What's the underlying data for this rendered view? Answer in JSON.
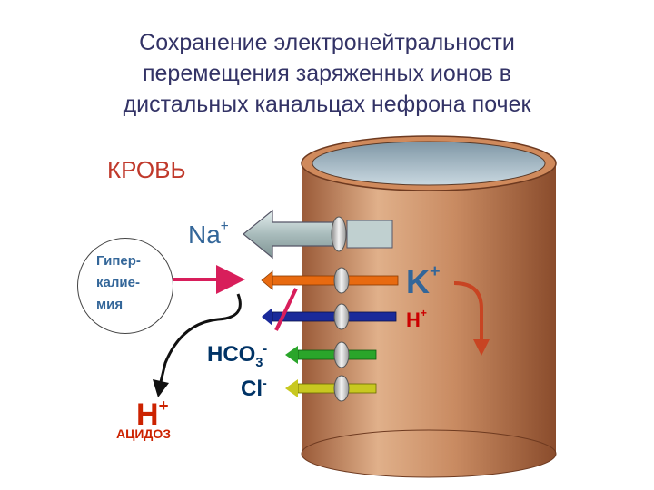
{
  "title": {
    "line1": "Сохранение электронейтральности",
    "line2": "перемещения заряженных ионов в",
    "line3": "дистальных канальцах  нефрона почек"
  },
  "labels": {
    "blood": "КРОВЬ",
    "na": "Na",
    "k": "K",
    "h_inside": "H",
    "hco3": "HCO",
    "hco3_sub": "3",
    "minus": "-",
    "cl": "Cl",
    "plus": "+",
    "h_out": "H",
    "acidosis": "АЦИДОЗ"
  },
  "hyperkalemia": {
    "line1": "Гипер-",
    "line2": "калие-",
    "line3": "мия"
  },
  "colors": {
    "tubule": "#c98b62",
    "na_arrow": "#b8c8c8",
    "k_arrow": "#e86a10",
    "h_arrow": "#1a2a9a",
    "hco3_arrow": "#2aa52a",
    "cl_arrow": "#c8c820",
    "red_arrow": "#d81e5b"
  }
}
